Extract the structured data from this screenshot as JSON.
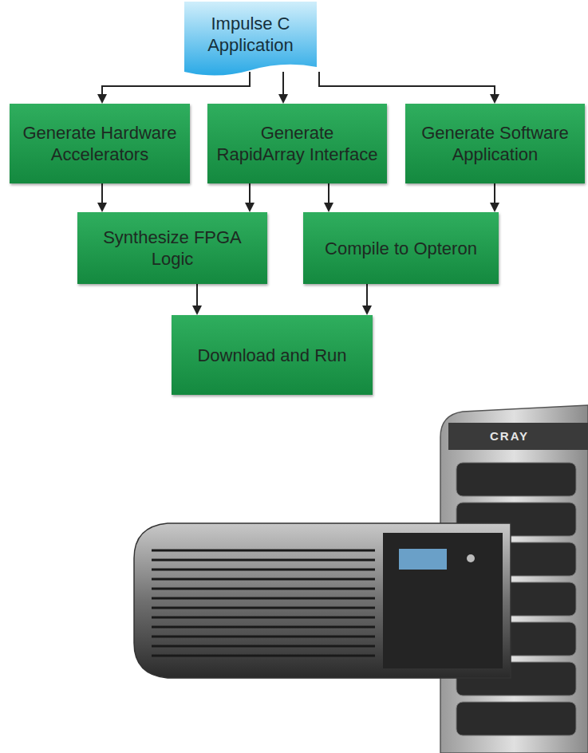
{
  "diagram": {
    "nodes": [
      {
        "text": [
          "Impulse C Application"
        ]
      },
      {
        "text": [
          "Generate Hardware Accelerators"
        ]
      },
      {
        "text": [
          "Generate RapidArray Interface"
        ]
      },
      {
        "text": [
          "Generate Software Application"
        ]
      },
      {
        "text": [
          "Synthesize FPGA Logic"
        ]
      },
      {
        "text": [
          "Compile to Opteron"
        ]
      },
      {
        "text": [
          "Download and Run"
        ]
      }
    ],
    "edges": [
      {
        "from": 0,
        "to": 1,
        "arrow": "to"
      },
      {
        "from": 0,
        "to": 2,
        "arrow": "to"
      },
      {
        "from": 0,
        "to": 3,
        "arrow": "to"
      },
      {
        "from": 1,
        "to": 4,
        "arrow": "to"
      },
      {
        "from": 2,
        "to": 4,
        "arrow": "to"
      },
      {
        "from": 2,
        "to": 5,
        "arrow": "to"
      },
      {
        "from": 3,
        "to": 5,
        "arrow": "to"
      },
      {
        "from": 4,
        "to": 6,
        "arrow": "to"
      },
      {
        "from": 5,
        "to": 6,
        "arrow": "to"
      }
    ],
    "labels": [
      "CRAY"
    ]
  }
}
